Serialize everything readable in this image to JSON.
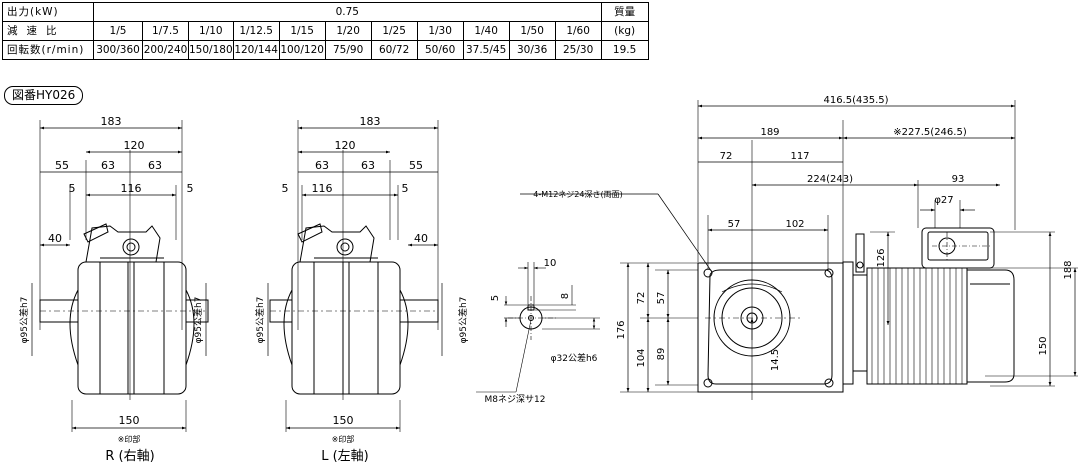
{
  "spec_table": {
    "rows": [
      {
        "header": "出力(kW)",
        "cells": [
          "0.75"
        ],
        "end": "質量"
      },
      {
        "header": "減速比",
        "cells": [
          "1/5",
          "1/7.5",
          "1/10",
          "1/12.5",
          "1/15",
          "1/20",
          "1/25",
          "1/30",
          "1/40",
          "1/50",
          "1/60"
        ],
        "end": "(kg)"
      },
      {
        "header": "回転数(r/min)",
        "cells": [
          "300/360",
          "200/240",
          "150/180",
          "120/144",
          "100/120",
          "75/90",
          "60/72",
          "50/60",
          "37.5/45",
          "30/36",
          "25/30"
        ],
        "end": "19.5"
      }
    ]
  },
  "figure_number": "図番HY026",
  "views": {
    "right_shaft": {
      "caption": "R (右軸)",
      "dims": {
        "total_width": "183",
        "housing_width": "120",
        "left_offset": "55",
        "mid_left": "63",
        "mid_right": "63",
        "shaft_5_left": "5",
        "inner_width": "116",
        "shaft_5_right": "5",
        "shaft_length": "40",
        "shaft_dia_left": "φ95公差h7",
        "shaft_dia_right": "φ95公差h7",
        "base_width": "150",
        "mark": "※印部"
      }
    },
    "left_shaft": {
      "caption": "L (左軸)",
      "dims": {
        "total_width": "183",
        "housing_width": "120",
        "mid_left": "63",
        "mid_right": "63",
        "right_offset": "55",
        "shaft_5_left": "5",
        "inner_width": "116",
        "shaft_5_right": "5",
        "shaft_length": "40",
        "shaft_dia_left": "φ95公差h7",
        "shaft_dia_right": "φ95公差h7",
        "base_width": "150",
        "mark": "※印部"
      }
    },
    "shaft_detail": {
      "dims": {
        "key_width": "10",
        "key_depth": "5",
        "key_height": "8",
        "shaft_dia": "φ32公差h6",
        "tap": "M8ネジ深サ12"
      }
    },
    "side_view": {
      "dims": {
        "overall": "416.5(435.5)",
        "gear_length": "189",
        "motor_length": "※227.5(246.5)",
        "center_left": "72",
        "center_right": "117",
        "to_terminal": "224(243)",
        "terminal_width": "93",
        "terminal_hole": "φ27",
        "bolt_pitch_left": "57",
        "bolt_pitch_right": "102",
        "bolt_note": "4-M12ネジ24深さ(両面)",
        "height": "176",
        "upper": "72",
        "lower": "104",
        "upper_pitch": "57",
        "lower_pitch": "89",
        "offset": "14.5",
        "terminal_height": "126",
        "motor_height": "188",
        "motor_dia": "150"
      }
    }
  }
}
